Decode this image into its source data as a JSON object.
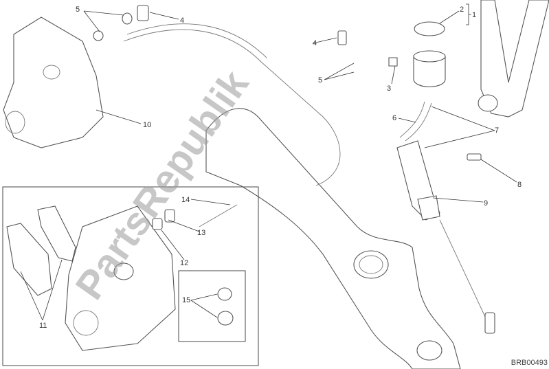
{
  "diagram": {
    "code": "BRB00493",
    "watermark": "PartsRepublik",
    "labels": {
      "caliper_seal_5": "5",
      "caliper_bleeder_4": "4",
      "caliper_10": "10",
      "reservoir_cap_2": "2",
      "reservoir_1": "1",
      "pump_bleeder_4": "4",
      "pump_seal_5": "5",
      "screw_3": "3",
      "hose_6": "6",
      "clamp_7": "7",
      "screw_8": "8",
      "master_cylinder_9": "9",
      "pin_14": "14",
      "spring_13": "13",
      "clip_12": "12",
      "pads_11": "11",
      "pistons_15": "15"
    },
    "colors": {
      "line": "#555555",
      "watermark": "#9a9a9a"
    }
  }
}
